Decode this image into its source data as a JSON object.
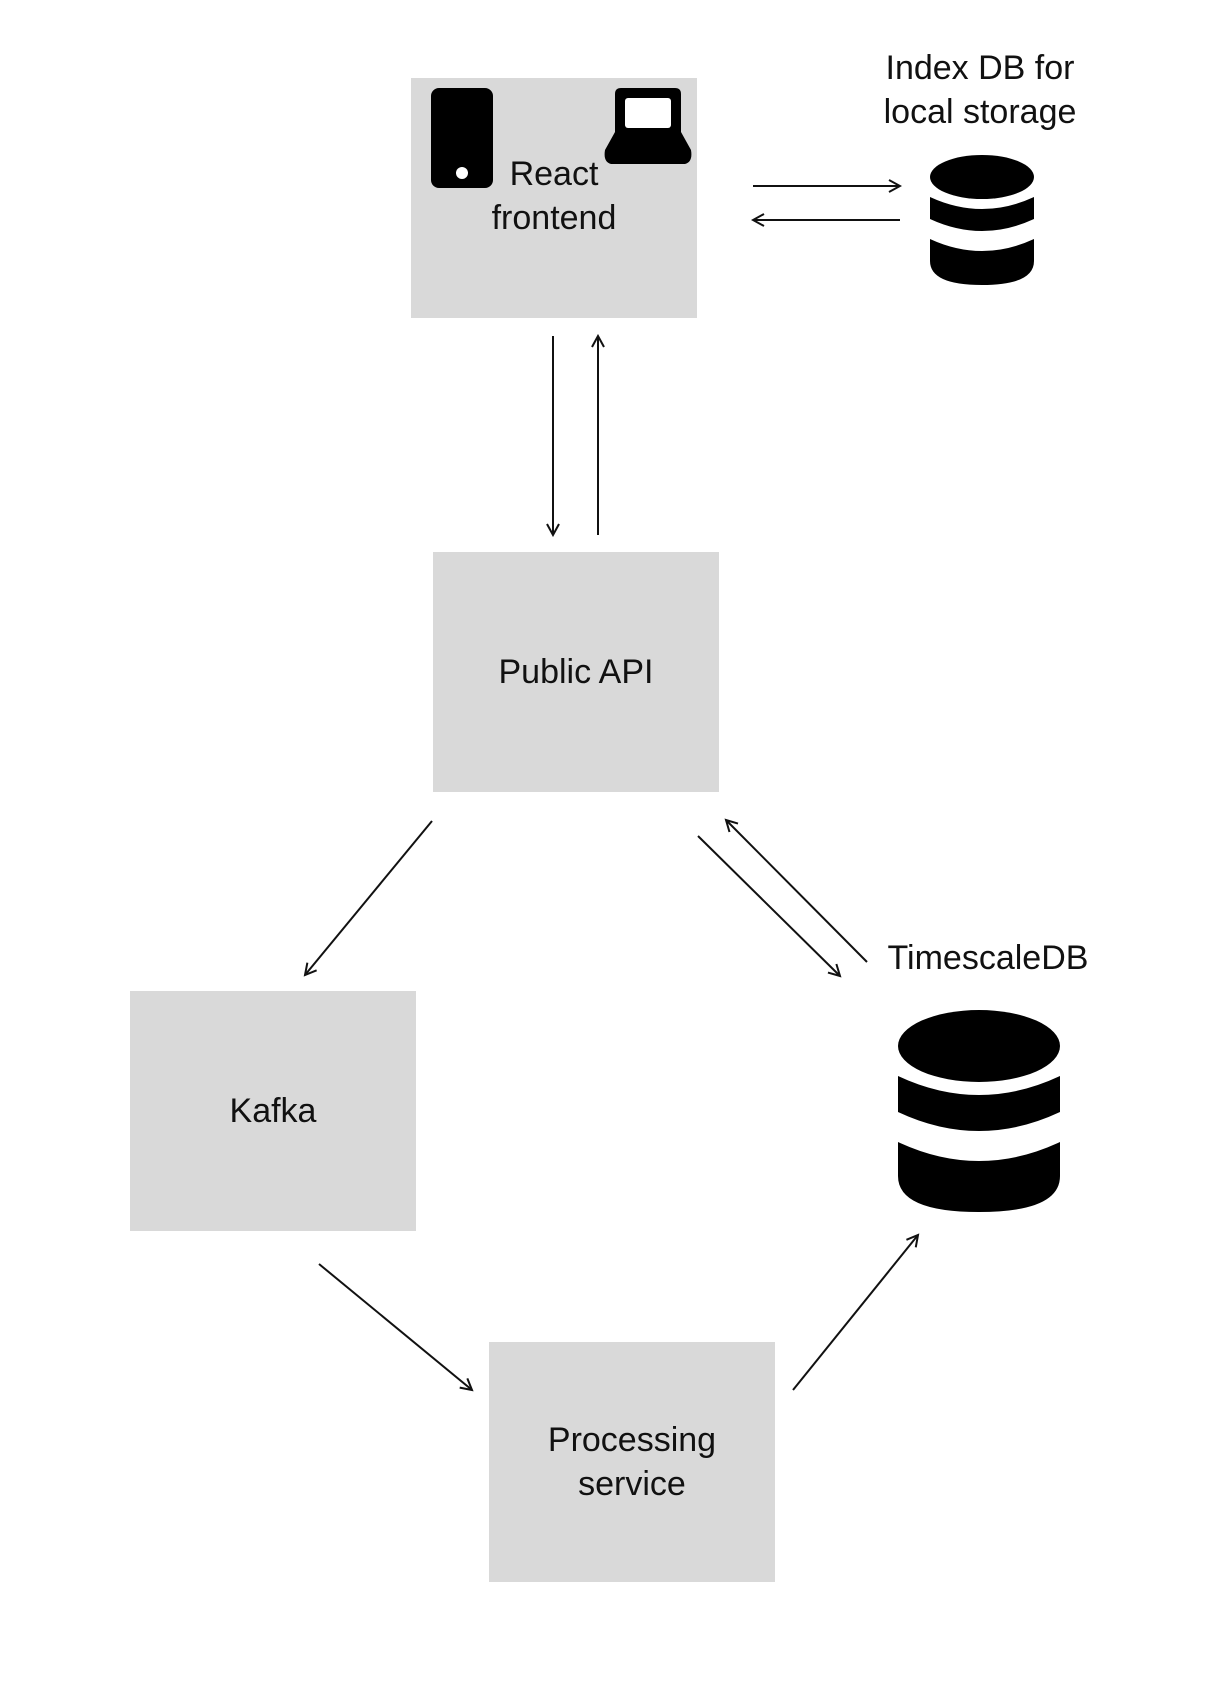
{
  "nodes": {
    "react_frontend": {
      "label": "React\nfrontend"
    },
    "public_api": {
      "label": "Public API"
    },
    "kafka": {
      "label": "Kafka"
    },
    "processing_service": {
      "label": "Processing\nservice"
    }
  },
  "databases": {
    "index_db": {
      "label": "Index DB for\nlocal storage",
      "icon": "database-icon"
    },
    "timescale_db": {
      "label": "TimescaleDB",
      "icon": "database-icon"
    }
  },
  "icons": {
    "react_frontend_devices": [
      "phone-icon",
      "laptop-icon"
    ]
  },
  "colors": {
    "node_fill": "#d9d9d9",
    "icon_fill": "#000000",
    "arrow_stroke": "#111111",
    "background": "#ffffff"
  },
  "edges": [
    {
      "from": "React frontend",
      "to": "Index DB for local storage"
    },
    {
      "from": "Index DB for local storage",
      "to": "React frontend"
    },
    {
      "from": "React frontend",
      "to": "Public API"
    },
    {
      "from": "Public API",
      "to": "React frontend"
    },
    {
      "from": "Public API",
      "to": "Kafka"
    },
    {
      "from": "Public API",
      "to": "TimescaleDB"
    },
    {
      "from": "TimescaleDB",
      "to": "Public API"
    },
    {
      "from": "Kafka",
      "to": "Processing service"
    },
    {
      "from": "Processing service",
      "to": "TimescaleDB"
    }
  ]
}
